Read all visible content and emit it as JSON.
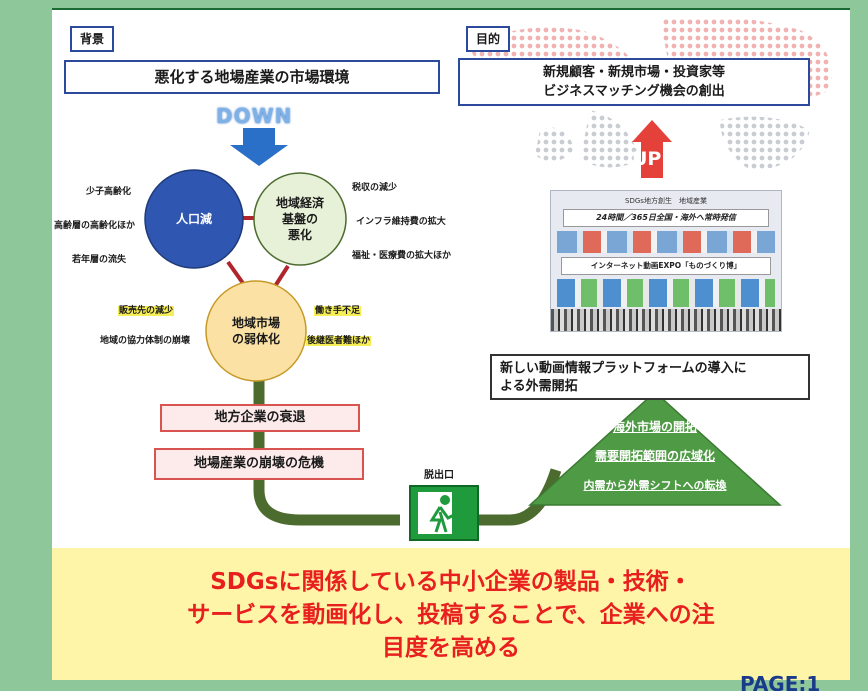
{
  "background_section": {
    "tag": "背景",
    "headline": "悪化する地場産業の市場環境",
    "down_label": "DOWN",
    "circles": {
      "population": "人口減",
      "economy_line1": "地域経済",
      "economy_line2": "基盤の",
      "economy_line3": "悪化",
      "market_line1": "地域市場",
      "market_line2": "の弱体化"
    },
    "population_factors": [
      "少子高齢化",
      "高齢層の高齢化ほか",
      "若年層の流失"
    ],
    "economy_factors": [
      "税収の減少",
      "インフラ維持費の拡大",
      "福祉・医療費の拡大ほか"
    ],
    "market_factors_left": [
      "販売先の減少",
      "地域の協力体制の崩壊"
    ],
    "market_factors_right": [
      "働き手不足",
      "後継医者難ほか"
    ],
    "decline_box": "地方企業の衰退",
    "crisis_box": "地場産業の崩壊の危機",
    "exit_label": "脱出口"
  },
  "purpose_section": {
    "tag": "目的",
    "headline_line1": "新規顧客・新規市場・投資家等",
    "headline_line2": "ビジネスマッチング機会の創出",
    "up_label": "UP",
    "screen_caption": "SDGs地方創生　地域産業",
    "screen_banner": "24時間／365日全国・海外へ常時発信",
    "screen_expo": "インターネット動画EXPO「ものづくり博」",
    "platform_line1": "新しい動画情報プラットフォームの導入に",
    "platform_line2": "よる外需開拓",
    "pyramid_items": [
      "海外市場の開拓",
      "需要開拓範囲の広域化",
      "内需から外需シフトへの転換"
    ]
  },
  "banner": {
    "line1": "SDGsに関係している中小企業の製品・技術・",
    "line2": "サービスを動画化し、投稿することで、企業への注",
    "line3": "目度を高める"
  },
  "page_label": "PAGE:1",
  "colors": {
    "frame_green": "#8dc79a",
    "tag_border": "#2b4a9c",
    "circle_blue": "#2f56b0",
    "circle_green": "#e6f1d8",
    "circle_orange": "#fbe2a4",
    "connector": "#b0242b",
    "path_green": "#4c6b2e",
    "pyramid_green": "#4f9a44",
    "down_arrow": "#2a6fc8",
    "up_arrow": "#e5413b",
    "banner_text": "#e81f1f",
    "banner_bg": "#fff5a8"
  }
}
